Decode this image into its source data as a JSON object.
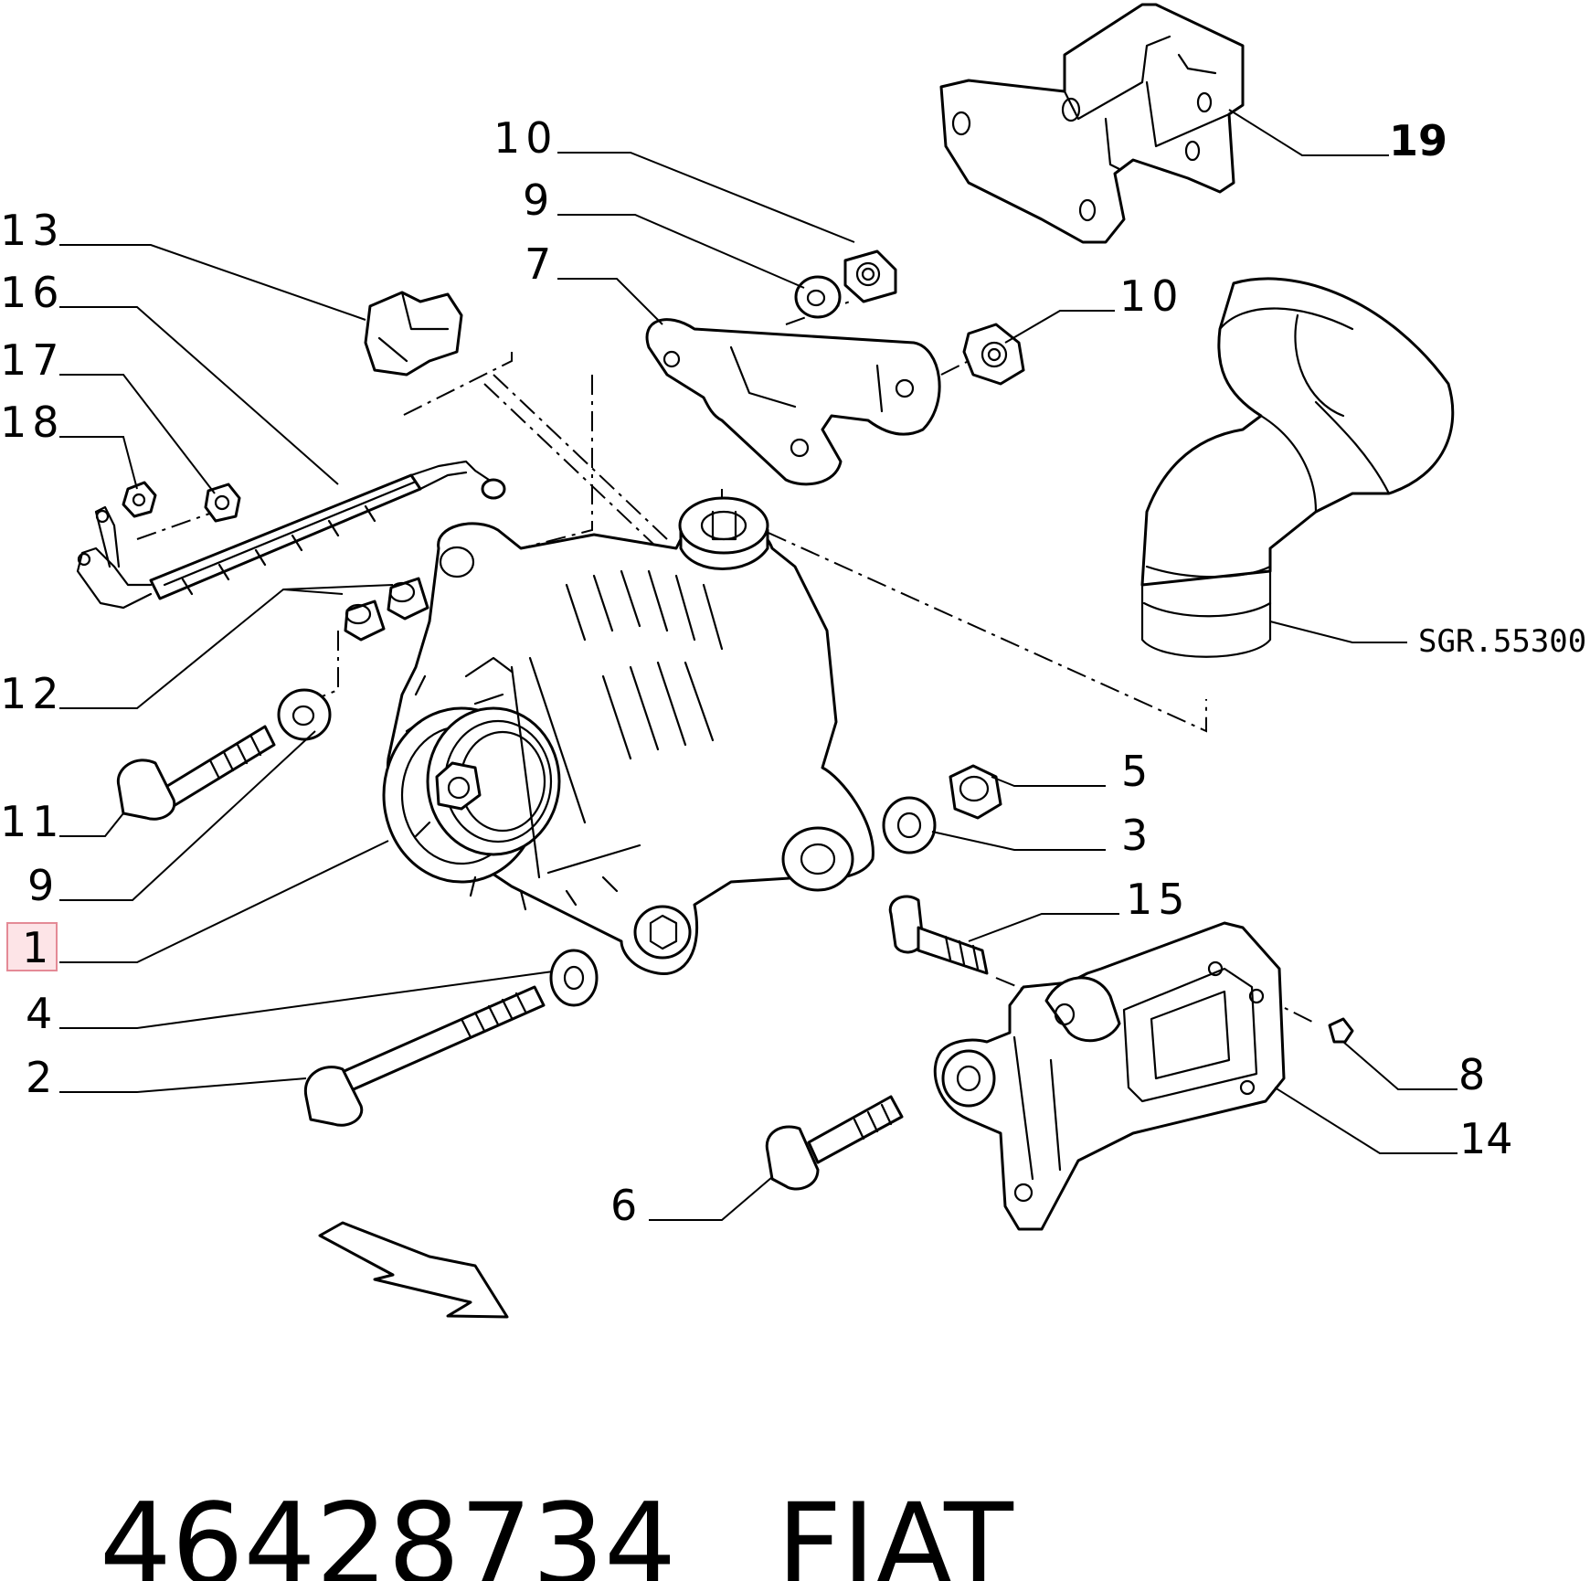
{
  "diagram": {
    "callouts": {
      "c10_top": "10",
      "c9_top": "9",
      "c7": "7",
      "c13": "13",
      "c16": "16",
      "c17": "17",
      "c18": "18",
      "c19": "19",
      "c10_right": "10",
      "c12": "12",
      "c11": "11",
      "c9_left": "9",
      "c1": "1",
      "c4": "4",
      "c2": "2",
      "c5": "5",
      "c3": "3",
      "c15": "15",
      "c8": "8",
      "c14": "14",
      "c6": "6",
      "ref": "SGR.55300"
    },
    "highlighted_callout": "1",
    "highlight_color": "#fde4e7"
  },
  "footer": {
    "part_number": "46428734",
    "brand": "FIAT"
  }
}
